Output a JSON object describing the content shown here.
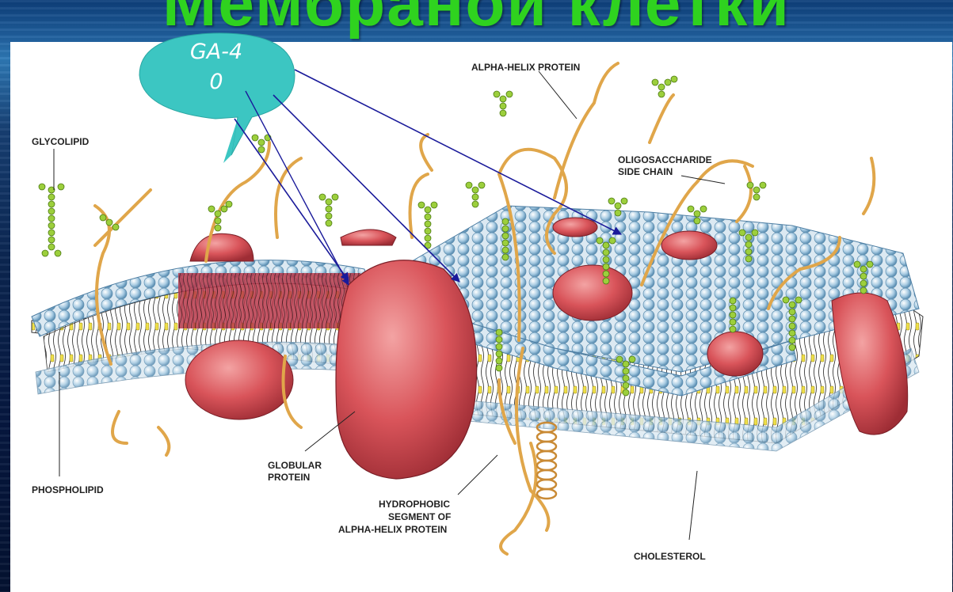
{
  "slide": {
    "title": "Мембраной клетки",
    "bubble": {
      "text_line1": "GA-4",
      "text_line2": "0",
      "color": "#3cc6c2"
    }
  },
  "diagram": {
    "labels": {
      "glycolipid": "GLYCOLIPID",
      "alpha_helix_protein": "ALPHA-HELIX PROTEIN",
      "oligosaccharide_line1": "OLIGOSACCHARIDE",
      "oligosaccharide_line2": "SIDE CHAIN",
      "globular_line1": "GLOBULAR",
      "globular_line2": "PROTEIN",
      "phospholipid": "PHOSPHOLIPID",
      "hydrophobic_line1": "HYDROPHOBIC",
      "hydrophobic_line2": "SEGMENT OF",
      "hydrophobic_line3": "ALPHA-HELIX PROTEIN",
      "cholesterol": "CHOLESTEROL"
    },
    "colors": {
      "head_blue": "#a9cce3",
      "head_white": "#f4f6f8",
      "protein_red": "#d9545a",
      "chain_green": "#9ccf3c",
      "fiber": "#e0a64a",
      "arrow": "#1a1a9a"
    }
  }
}
